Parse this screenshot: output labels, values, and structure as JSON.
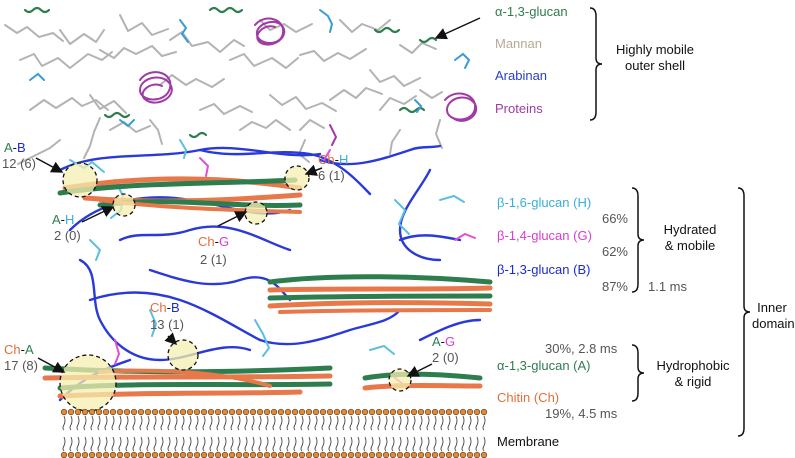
{
  "legend_top": {
    "alpha13": "α-1,3-glucan",
    "mannan": "Mannan",
    "arabinan": "Arabinan",
    "proteins": "Proteins",
    "shell": [
      "Highly mobile",
      "outer shell"
    ]
  },
  "legend_mid": {
    "b16": "β-1,6-glucan (H)",
    "b16_pct": "66%",
    "b14": "β-1,4-glucan (G)",
    "b14_pct": "62%",
    "b13": "β-1,3-glucan (B)",
    "b13_pct": "87%",
    "t1": "1.1 ms",
    "group": [
      "Hydrated",
      "& mobile"
    ]
  },
  "legend_low": {
    "pct1": "30%, 2.8 ms",
    "alpha": "α-1,3-glucan (A)",
    "chitin": "Chitin (Ch)",
    "pct2": "19%, 4.5 ms",
    "group": [
      "Hydrophobic",
      "& rigid"
    ]
  },
  "inner_domain": [
    "Inner",
    "domain"
  ],
  "membrane": "Membrane",
  "contacts": [
    {
      "a": "A",
      "sep": "-",
      "b": "B",
      "count": "12 (6)"
    },
    {
      "a": "A",
      "sep": "-",
      "b": "H",
      "count": "2 (0)"
    },
    {
      "a": "Ch",
      "sep": "-",
      "b": "H",
      "count": "6 (1)"
    },
    {
      "a": "Ch",
      "sep": "-",
      "b": "G",
      "count": "2 (1)"
    },
    {
      "a": "Ch",
      "sep": "-",
      "b": "B",
      "count": "13 (1)"
    },
    {
      "a": "Ch",
      "sep": "-",
      "b": "A",
      "count": "17 (8)"
    },
    {
      "a": "A",
      "sep": "-",
      "b": "G",
      "count": "2 (0)"
    }
  ],
  "colors": {
    "alpha": "#2e7d4f",
    "mannan": "#b0b0b0",
    "arabinan": "#3a9bd5",
    "protein": "#a03aa5",
    "b16": "#5bbfe0",
    "b14": "#e04fd8",
    "b13": "#2a3ad8",
    "chitin": "#e8784a",
    "highlight": "#f5efb0",
    "membrane_head": "#e08a3a"
  }
}
